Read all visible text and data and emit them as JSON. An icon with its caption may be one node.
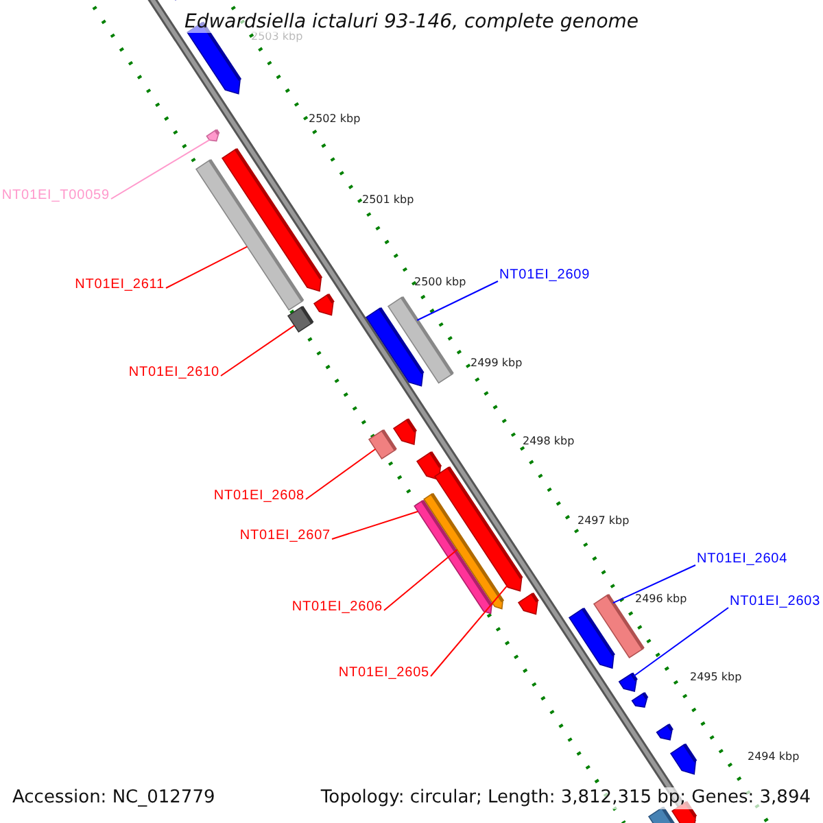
{
  "diagram": {
    "title": "Edwardsiella ictaluri 93-146, complete genome",
    "nodes": [
      {
        "text": [
          "NT01EI_T00059"
        ]
      },
      {
        "text": [
          "NT01EI_2611"
        ]
      },
      {
        "text": [
          "NT01EI_2609"
        ]
      },
      {
        "text": [
          "NT01EI_2610"
        ]
      },
      {
        "text": [
          "NT01EI_2608"
        ]
      },
      {
        "text": [
          "NT01EI_2607"
        ]
      },
      {
        "text": [
          "NT01EI_2604"
        ]
      },
      {
        "text": [
          "NT01EI_2606"
        ]
      },
      {
        "text": [
          "NT01EI_2603"
        ]
      },
      {
        "text": [
          "NT01EI_2605"
        ]
      },
      {
        "text": [],
        "shape": "bar"
      },
      {
        "text": [],
        "shape": "bar"
      },
      {
        "text": [],
        "shape": "bar"
      },
      {
        "text": [],
        "shape": "bar"
      },
      {
        "text": [],
        "shape": "bar"
      },
      {
        "text": [],
        "shape": "bar"
      },
      {
        "text": [],
        "shape": "bar"
      },
      {
        "text": [],
        "shape": "bar"
      },
      {
        "text": [],
        "shape": "bar"
      },
      {
        "text": [],
        "shape": "bar"
      }
    ],
    "edges": [
      {
        "from": 0,
        "to": 10,
        "arrow": "none",
        "color": "#ff99cc"
      },
      {
        "from": 1,
        "to": 11,
        "arrow": "none"
      },
      {
        "from": 2,
        "to": 13,
        "arrow": "none",
        "color": "#0000ff"
      },
      {
        "from": 3,
        "to": 12,
        "arrow": "none"
      },
      {
        "from": 4,
        "to": 14,
        "arrow": "none"
      },
      {
        "from": 5,
        "to": 15,
        "arrow": "none"
      },
      {
        "from": 6,
        "to": 18,
        "arrow": "none",
        "color": "#0000ff"
      },
      {
        "from": 7,
        "to": 16,
        "arrow": "none"
      },
      {
        "from": 8,
        "to": 19,
        "arrow": "none",
        "color": "#0000ff"
      },
      {
        "from": 9,
        "to": 17,
        "arrow": "none"
      }
    ],
    "labels": [
      "2503 kbp",
      "2502 kbp",
      "2501 kbp",
      "2500 kbp",
      "2499 kbp",
      "2498 kbp",
      "2497 kbp",
      "2496 kbp",
      "2495 kbp",
      "2494 kbp",
      "Accession: NC_012779",
      "Topology: circular; Length: 3,812,315 bp; Genes: 3,894"
    ]
  }
}
